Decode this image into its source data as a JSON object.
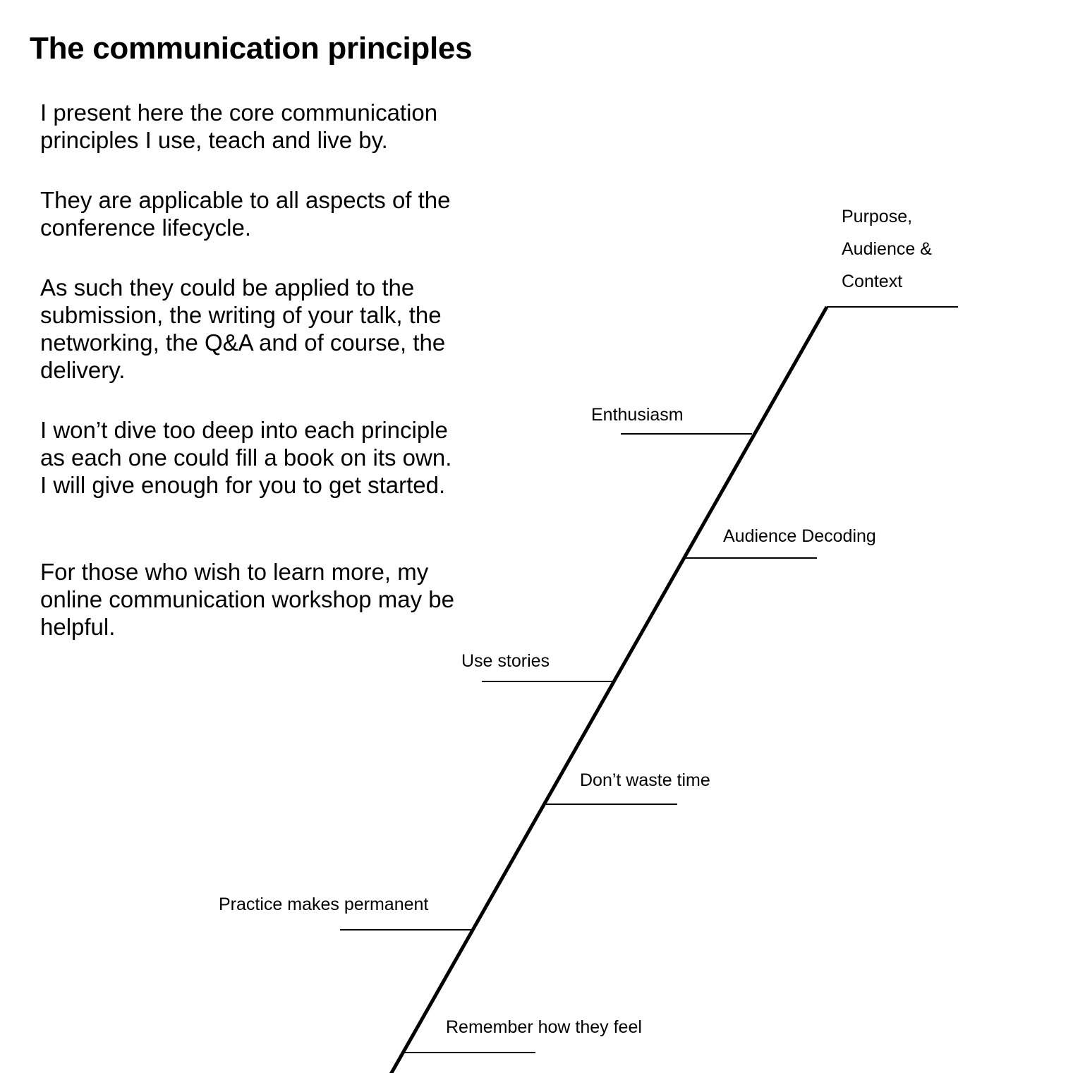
{
  "title": "The communication principles",
  "paragraphs": [
    "I present here the core communication principles I use, teach and live by.",
    "They are applicable to all aspects of the conference lifecycle.",
    "As such they could be applied to the submission, the writing of your talk, the networking, the Q&A and of course, the delivery.",
    "I won’t dive too deep into each principle as each one could fill a book on its own. I will give enough for you to get started.",
    "For those who wish to learn more, my online communication workshop may be helpful."
  ],
  "principles": {
    "p1_line1": "Purpose,",
    "p1_line2": "Audience &",
    "p1_line3": "Context",
    "p2": "Enthusiasm",
    "p3": "Audience Decoding",
    "p4": "Use stories",
    "p5": "Don’t waste time",
    "p6": "Practice makes permanent",
    "p7": "Remember how they feel"
  }
}
